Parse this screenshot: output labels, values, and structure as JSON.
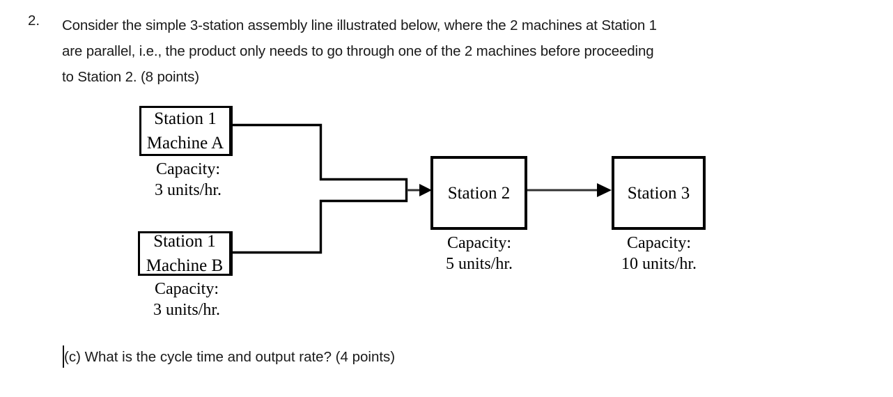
{
  "question": {
    "number": "2.",
    "lines": [
      "Consider the simple 3-station assembly line illustrated below, where the 2 machines at Station 1",
      "are parallel, i.e., the product only needs to go through one of the 2 machines before proceeding",
      "to Station 2. (8 points)"
    ],
    "sub_question": "(c) What is the cycle time and output rate? (4 points)"
  },
  "diagram": {
    "nodes": [
      {
        "id": "station1-machine-a",
        "title_line1": "Station 1",
        "title_line2": "Machine A",
        "capacity_label": "Capacity:",
        "capacity_value": "3 units/hr."
      },
      {
        "id": "station1-machine-b",
        "title_line1": "Station 1",
        "title_line2": "Machine B",
        "capacity_label": "Capacity:",
        "capacity_value": "3 units/hr."
      },
      {
        "id": "station2",
        "title_line1": "Station 2",
        "title_line2": "",
        "capacity_label": "Capacity:",
        "capacity_value": "5 units/hr."
      },
      {
        "id": "station3",
        "title_line1": "Station 3",
        "title_line2": "",
        "capacity_label": "Capacity:",
        "capacity_value": "10 units/hr."
      }
    ],
    "connectors": [
      {
        "name": "machine-a-to-merge",
        "from": "station1-machine-a",
        "to": "merge-junction"
      },
      {
        "name": "machine-b-to-merge",
        "from": "station1-machine-b",
        "to": "merge-junction"
      },
      {
        "name": "merge-to-station2",
        "from": "merge-junction",
        "to": "station2",
        "arrow": true
      },
      {
        "name": "station2-to-station3",
        "from": "station2",
        "to": "station3",
        "arrow": true
      }
    ],
    "line_color": "#000000",
    "background": "#ffffff"
  }
}
